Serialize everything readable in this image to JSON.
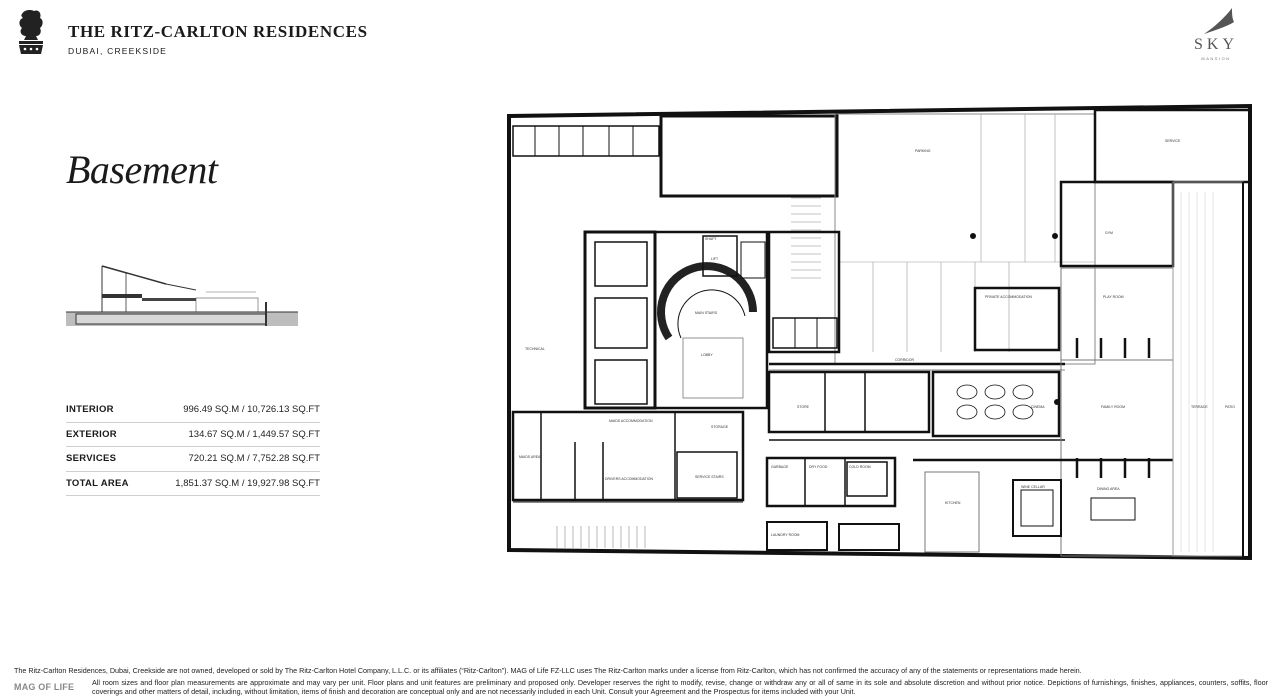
{
  "header": {
    "brand_title": "THE RITZ-CARLTON RESIDENCES",
    "brand_subtitle": "DUBAI, CREEKSIDE",
    "logo_icon": "lion-crown-icon",
    "sky_logo": {
      "word": "SKY",
      "subword": "MANSION"
    }
  },
  "floor": {
    "title": "Basement"
  },
  "areas": [
    {
      "label": "INTERIOR",
      "value": "996.49 SQ.M / 10,726.13 SQ.FT"
    },
    {
      "label": "EXTERIOR",
      "value": "134.67 SQ.M / 1,449.57 SQ.FT"
    },
    {
      "label": "SERVICES",
      "value": "720.21 SQ.M / 7,752.28 SQ.FT"
    },
    {
      "label": "TOTAL AREA",
      "value": "1,851.37 SQ.M / 19,927.98 SQ.FT"
    }
  ],
  "plan": {
    "rooms": [
      "TECHNICAL",
      "PARKING",
      "SERVICE",
      "GYM",
      "PLAY ROOM",
      "PRIVATE ACCOMMODATION",
      "FAMILY ROOM",
      "TERRACE",
      "PATIO",
      "CORRIDOR",
      "KITCHEN",
      "WINE CELLAR",
      "DINING AREA",
      "CINEMA",
      "STORE",
      "MAIN STAIRS",
      "LOBBY",
      "LAUNDRY ROOM",
      "STORAGE",
      "MAIDS ACCOMMODATION",
      "DRIVERS ACCOMMODATION",
      "COLD ROOM",
      "DRY FOOD",
      "GARBAGE",
      "SERVICE STAIRS",
      "LIFT",
      "SHAFT",
      "MAIDS AREA"
    ]
  },
  "disclaimer": {
    "line1": "The Ritz-Carlton Residences, Dubai, Creekside are not owned, developed or sold by The Ritz-Carlton Hotel Company, L.L.C. or its affiliates (“Ritz-Carlton”). MAG of Life FZ-LLC uses The Ritz-Carlton marks under a license from Ritz-Carlton, which has not confirmed the accuracy of any of the statements or representations made herein.",
    "line2": "All room sizes and floor plan measurements are approximate and may vary per unit. Floor plans and unit features are preliminary and proposed only. Developer reserves the right to modify, revise, change or withdraw any or all of same in its sole and absolute discretion and without prior notice. Depictions of furnishings, finishes, appliances, counters, soffits, floor coverings and other matters of detail, including, without limitation, items of finish and decoration are conceptual only and are not necessarily included in each Unit. Consult your Agreement and the Prospectus for items included with your Unit.",
    "mag_logo": "MAG OF LIFE"
  }
}
